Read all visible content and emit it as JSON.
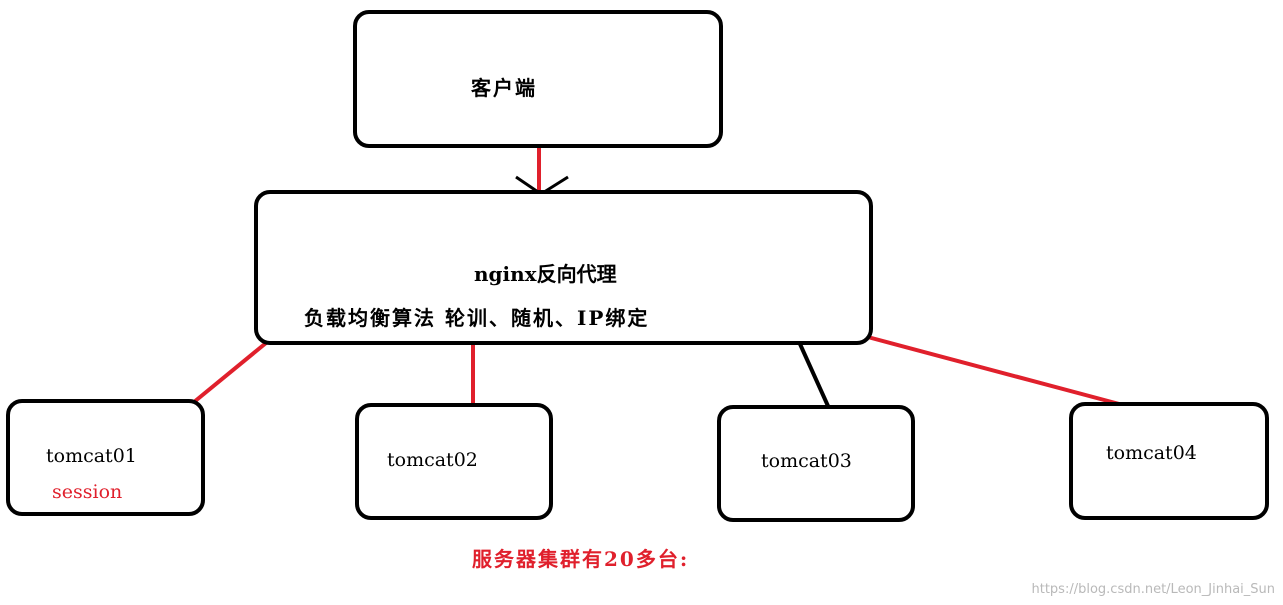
{
  "nodes": {
    "client": "客户端",
    "proxy": {
      "title": "nginx反向代理",
      "algorithms": "负载均衡算法 轮训、随机、IP绑定"
    },
    "servers": [
      {
        "name": "tomcat01",
        "note": "session"
      },
      {
        "name": "tomcat02"
      },
      {
        "name": "tomcat03"
      },
      {
        "name": "tomcat04"
      }
    ]
  },
  "caption": "服务器集群有20多台:",
  "watermark": "https://blog.csdn.net/Leon_Jinhai_Sun",
  "colors": {
    "outline": "#000000",
    "connector_red": "#e0202c",
    "caption": "#e0202c",
    "watermark": "#b9b9b9"
  }
}
